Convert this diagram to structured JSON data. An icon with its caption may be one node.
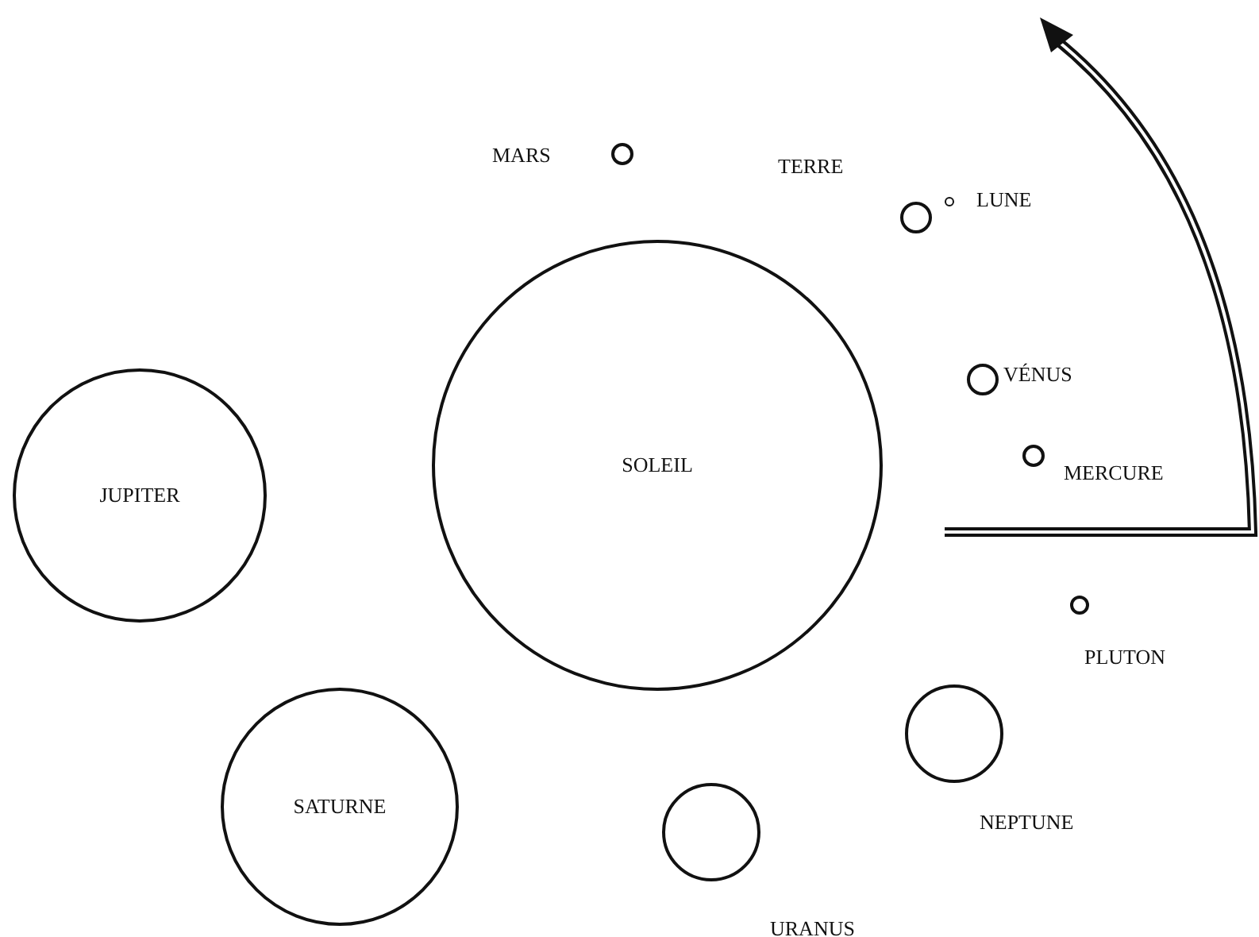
{
  "diagram": {
    "nodes": [
      {
        "text": [],
        "shape": "circle",
        "beside": [
          "MARS"
        ]
      },
      {
        "text": [],
        "shape": "circle",
        "beside": [
          "TERRE"
        ]
      },
      {
        "text": [],
        "shape": "circle",
        "beside": [
          "LUNE"
        ]
      },
      {
        "text": [],
        "shape": "circle",
        "beside": [
          "VÉNUS"
        ]
      },
      {
        "text": [
          "JUPITER"
        ]
      },
      {
        "text": [
          "SOLEIL"
        ]
      },
      {
        "text": [],
        "shape": "circle",
        "beside": [
          "MERCURE"
        ]
      },
      {
        "text": [],
        "shape": "circle",
        "beside": [
          "PLUTON"
        ]
      },
      {
        "text": [],
        "shape": "circle",
        "beside": [
          "NEPTUNE"
        ]
      },
      {
        "text": [
          "SATURNE"
        ]
      },
      {
        "text": [],
        "shape": "circle",
        "beside": [
          "URANUS"
        ]
      }
    ]
  }
}
